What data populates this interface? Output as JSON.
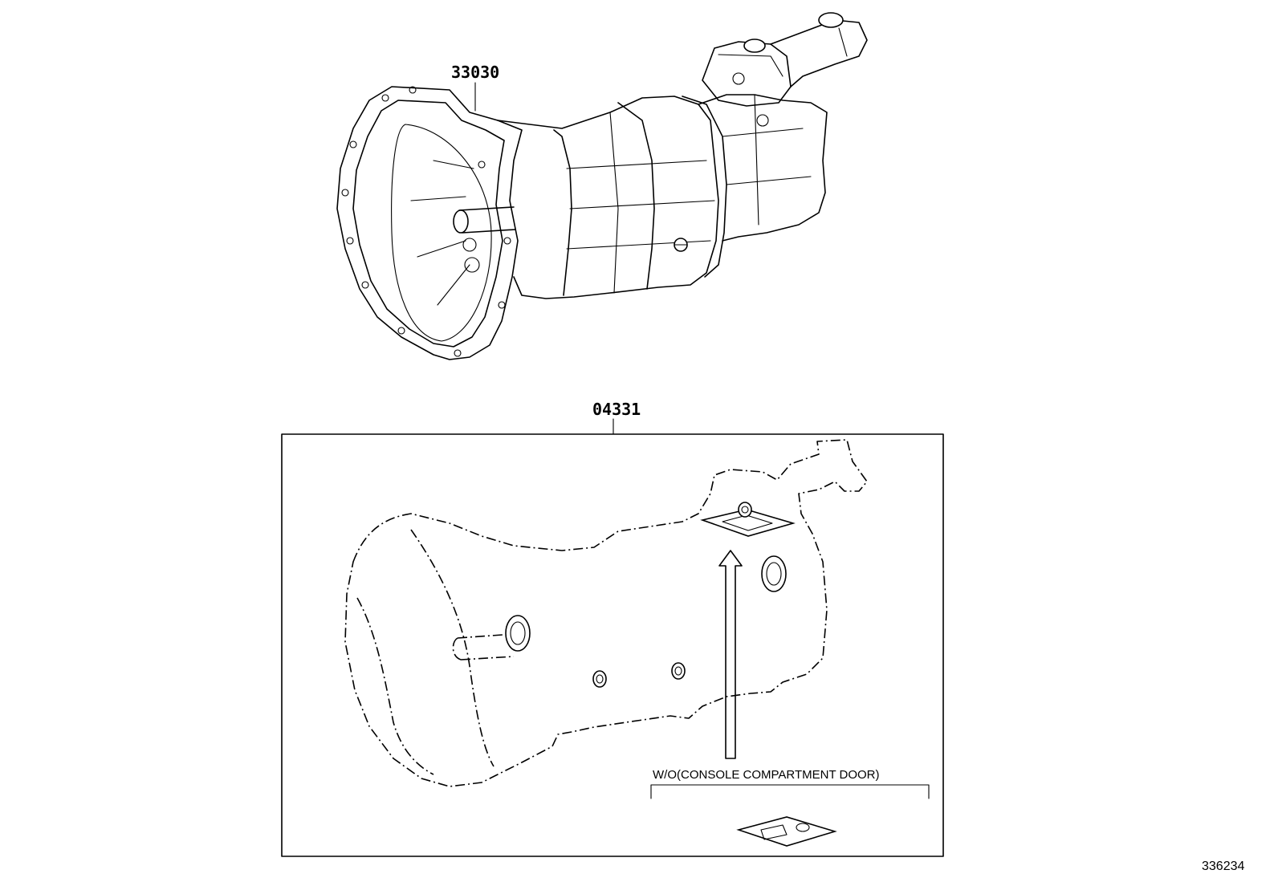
{
  "callouts": {
    "transmission_assy": "33030",
    "gasket_kit": "04331"
  },
  "note": "W/O(CONSOLE COMPARTMENT DOOR)",
  "figure_id": "336234",
  "colors": {
    "line": "#000000",
    "background": "#ffffff"
  },
  "icons": {
    "transmission": "manual-transmission-assembly-drawing",
    "gasket_kit": "transmission-gasket-kit-outline-drawing",
    "arrow": "up-arrow",
    "gasket": "shift-lever-retainer-gasket"
  }
}
